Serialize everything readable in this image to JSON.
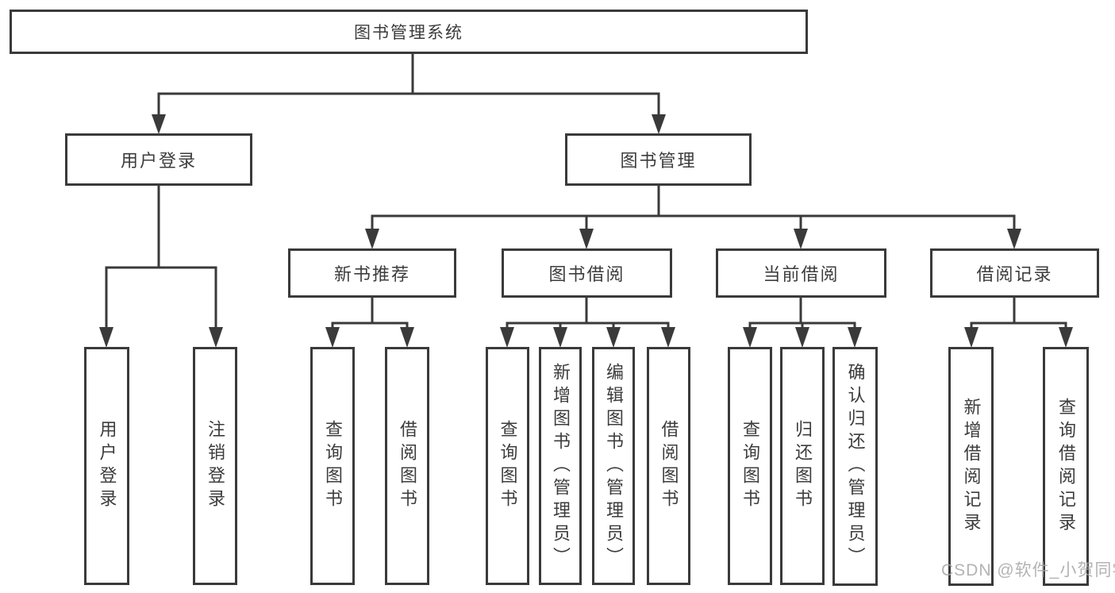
{
  "diagram": {
    "root": {
      "label": "图书管理系统"
    },
    "level1": {
      "userLogin": {
        "label": "用户登录"
      },
      "bookManagement": {
        "label": "图书管理"
      }
    },
    "level2": {
      "newBookRecommend": {
        "label": "新书推荐"
      },
      "bookBorrowing": {
        "label": "图书借阅"
      },
      "currentBorrowing": {
        "label": "当前借阅"
      },
      "borrowingRecords": {
        "label": "借阅记录"
      }
    },
    "leaves": {
      "userLogin": {
        "label": "用户登录"
      },
      "logout": {
        "label": "注销登录"
      },
      "queryBooksRecommend": {
        "label": "查询图书"
      },
      "borrowBooksRecommend": {
        "label": "借阅图书"
      },
      "queryBooksBorrowing": {
        "label": "查询图书"
      },
      "addBookAdmin": {
        "label": "新增图书（管理员）"
      },
      "editBookAdmin": {
        "label": "编辑图书（管理员）"
      },
      "borrowBooksBorrowing": {
        "label": "借阅图书"
      },
      "queryBooksCurrent": {
        "label": "查询图书"
      },
      "returnBooks": {
        "label": "归还图书"
      },
      "confirmReturnAdmin": {
        "label": "确认归还（管理员）"
      },
      "addBorrowRecord": {
        "label": "新增借阅记录"
      },
      "queryBorrowRecord": {
        "label": "查询借阅记录"
      }
    }
  },
  "watermark": {
    "text": "CSDN @软件_小贺同学"
  },
  "colors": {
    "line": "#3a3a3a",
    "boxBorder": "#3a3a3a",
    "text": "#3c3c3c",
    "background": "#ffffff",
    "watermark": "#a6a6a6"
  }
}
